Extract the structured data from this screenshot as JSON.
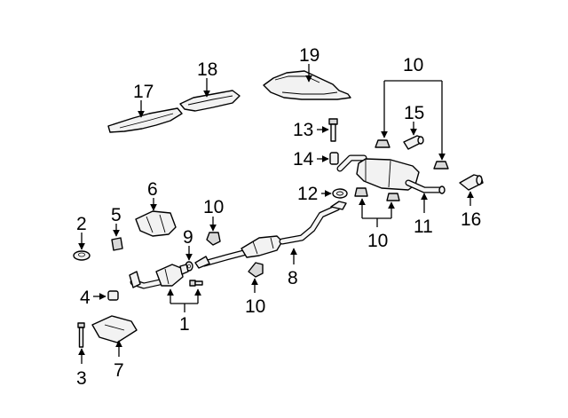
{
  "callouts": {
    "c1": "1",
    "c2": "2",
    "c3": "3",
    "c4": "4",
    "c5": "5",
    "c6": "6",
    "c7": "7",
    "c8": "8",
    "c9": "9",
    "c10a": "10",
    "c10b": "10",
    "c10c": "10",
    "c10d": "10",
    "c11": "11",
    "c12": "12",
    "c13": "13",
    "c14": "14",
    "c15": "15",
    "c16": "16",
    "c17": "17",
    "c18": "18",
    "c19": "19"
  }
}
